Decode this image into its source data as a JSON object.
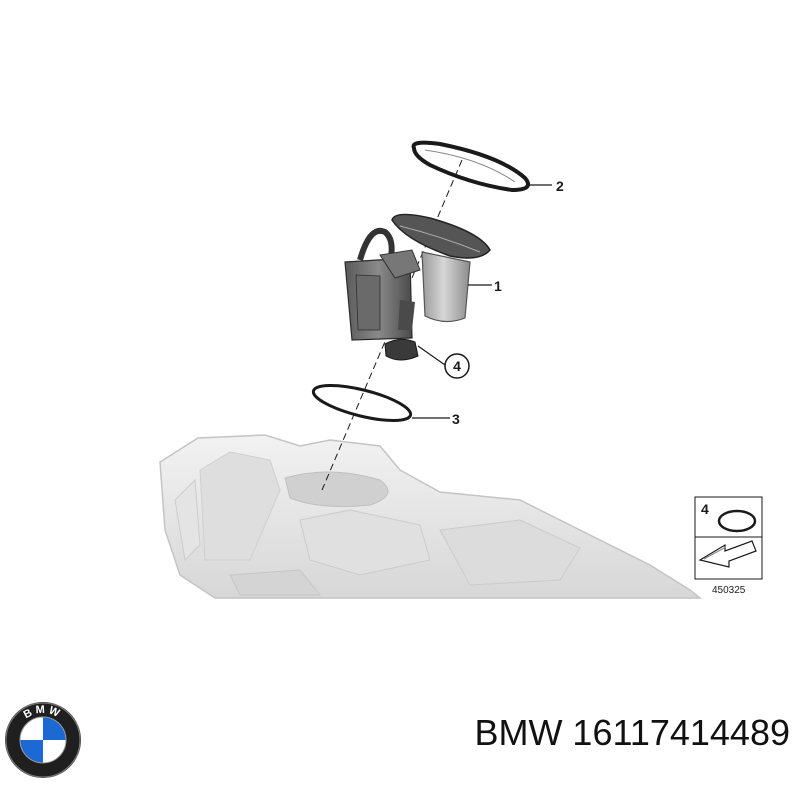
{
  "diagram": {
    "callouts": [
      {
        "id": "1",
        "label": "1"
      },
      {
        "id": "2",
        "label": "2"
      },
      {
        "id": "3",
        "label": "3"
      },
      {
        "id": "4",
        "label": "4"
      }
    ],
    "inset": {
      "callout": "4",
      "reference_number": "450325"
    },
    "line_color": "#1a1a1a",
    "tank_color": "#e6e6e6"
  },
  "brand": {
    "logo_text": "BMW",
    "logo_colors": {
      "blue": "#1c69d4",
      "white": "#ffffff",
      "ring": "#111111"
    }
  },
  "part": {
    "label": "BMW 16117414489"
  }
}
